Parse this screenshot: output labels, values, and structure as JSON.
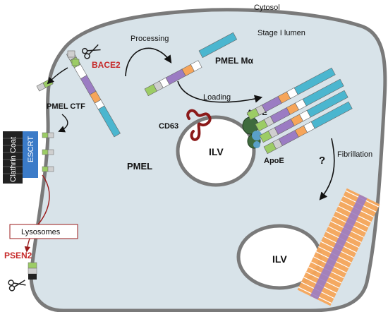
{
  "labels": {
    "cytosol": "Cytosol",
    "stage_lumen": "Stage I lumen",
    "processing": "Processing",
    "pmel_ma": "PMEL Mα",
    "bace2": "BACE2",
    "pmel_ctf": "PMEL CTF",
    "clathrin_coat": "Clathrin Coat",
    "escrt": "ESCRT",
    "loading": "Loading",
    "cd63": "CD63",
    "apoe_top": "ApoE",
    "apoe_bottom": "ApoE",
    "ilv_1": "ILV",
    "ilv_2": "ILV",
    "pmel": "PMEL",
    "question": "?",
    "fibrillation": "Fibrillation",
    "lysosomes": "Lysosomes",
    "psen2": "PSEN2"
  },
  "colors": {
    "cell_fill": "#d8e3e9",
    "membrane": "#7a7a7a",
    "cyan": "#4bb6cf",
    "purple": "#9b7cc3",
    "orange": "#f6a55a",
    "green": "#9ccc65",
    "grey_segment": "#cfcfcf",
    "apoe_dark": "#3f6b3e",
    "cd63": "#8b1a1a",
    "escrt_blue": "#3b7bc8",
    "clathrin_black": "#222222",
    "accent_red": "#c62828"
  }
}
